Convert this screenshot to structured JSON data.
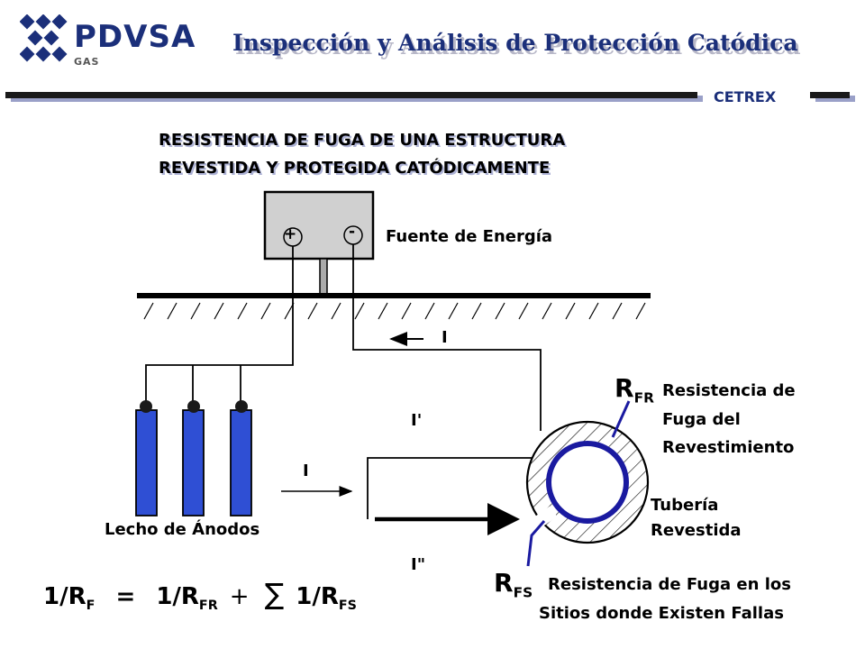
{
  "header": {
    "brand": "PDVSA",
    "brand_sub": "GAS",
    "title": "Inspección y Análisis de Protección Catódica",
    "tag": "CETREX"
  },
  "heading": {
    "line1": "RESISTENCIA DE FUGA DE UNA ESTRUCTURA",
    "line2": "REVESTIDA Y PROTEGIDA CATÓDICAMENTE"
  },
  "diagram": {
    "source_label": "Fuente de Energía",
    "plus": "+",
    "minus": "-",
    "current_top": "I",
    "current_prime": "I'",
    "current_left": "I",
    "current_double_prime": "I\"",
    "anodes_label": "Lecho de Ánodos",
    "pipe_label_1": "Tubería",
    "pipe_label_2": "Revestida",
    "rfr_symbol": "R",
    "rfr_sub": "FR",
    "rfr_desc_1": "Resistencia de",
    "rfr_desc_2": "Fuga del",
    "rfr_desc_3": "Revestimiento",
    "rfs_symbol": "R",
    "rfs_sub": "FS",
    "rfs_desc_1": "Resistencia de Fuga en los",
    "rfs_desc_2": "Sitios donde Existen Fallas"
  },
  "formula": {
    "lhs_num": "1/R",
    "lhs_sub": "F",
    "eq": "=",
    "t1_num": "1/R",
    "t1_sub": "FR",
    "plus": "+",
    "sigma": "∑",
    "t2_num": "1/R",
    "t2_sub": "FS"
  },
  "colors": {
    "brand": "#1b2f7a",
    "anode": "#2f4fd4",
    "bar": "#1a1a1a"
  }
}
